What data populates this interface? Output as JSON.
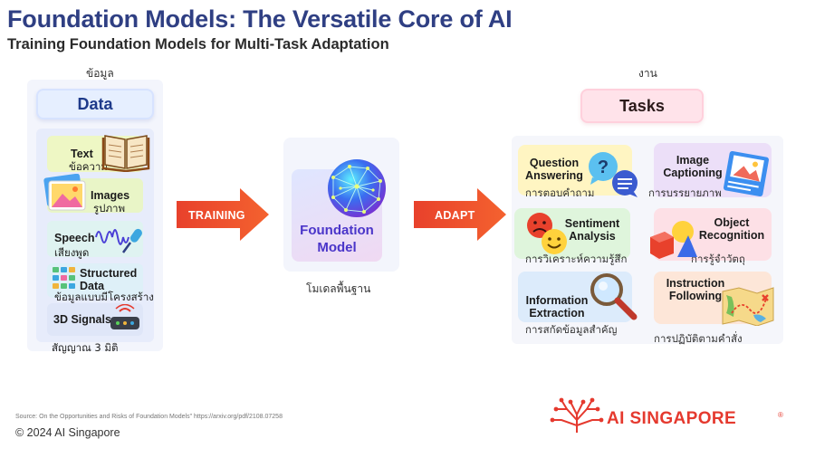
{
  "header": {
    "title": "Foundation Models: The Versatile Core of AI",
    "subtitle": "Training Foundation Models for Multi-Task Adaptation"
  },
  "data_section": {
    "caption": "ข้อมูล",
    "header": "Data",
    "items": [
      {
        "title": "Text",
        "thai": "ข้อความ",
        "icon": "book-icon"
      },
      {
        "title": "Images",
        "thai": "รูปภาพ",
        "icon": "photo-icon"
      },
      {
        "title": "Speech",
        "thai": "เสียงพูด",
        "icon": "waveform-microphone-icon"
      },
      {
        "title": "Structured Data",
        "title_line1": "Structured",
        "title_line2": "Data",
        "thai": "ข้อมูลแบบมีโครงสร้าง",
        "icon": "table-grid-icon"
      },
      {
        "title": "3D Signals",
        "thai": "สัญญาณ 3 มิติ",
        "icon": "sensor-device-icon"
      }
    ]
  },
  "training_arrow": {
    "label": "TRAINING",
    "color": "#e8412c"
  },
  "model": {
    "label_line1": "Foundation",
    "label_line2": "Model",
    "caption": "โมเดลพื้นฐาน",
    "icon": "neural-network-sphere-icon"
  },
  "adapt_arrow": {
    "label": "ADAPT",
    "color": "#e8412c"
  },
  "tasks_section": {
    "caption": "งาน",
    "header": "Tasks",
    "items": [
      {
        "title_line1": "Question",
        "title_line2": "Answering",
        "thai": "การตอบคำถาม",
        "icon": "question-chat-icon"
      },
      {
        "title_line1": "Image",
        "title_line2": "Captioning",
        "thai": "การบรรยายภาพ",
        "icon": "image-caption-icon"
      },
      {
        "title_line1": "Sentiment",
        "title_line2": "Analysis",
        "thai": "การวิเคราะห์ความรู้สึก",
        "icon": "emoji-faces-icon"
      },
      {
        "title_line1": "Object",
        "title_line2": "Recognition",
        "thai": "การรู้จำวัตถุ",
        "icon": "shapes-icon"
      },
      {
        "title_line1": "Information",
        "title_line2": "Extraction",
        "thai": "การสกัดข้อมูลสำคัญ",
        "icon": "magnifier-icon"
      },
      {
        "title_line1": "Instruction",
        "title_line2": "Following",
        "thai": "การปฏิบัติตามคำสั่ง",
        "icon": "treasure-map-icon"
      }
    ]
  },
  "footer": {
    "source": "Source: On the Opportunities and Risks of Foundation Models\" https://arxiv.org/pdf/2108.07258",
    "copyright": "© 2024 AI Singapore",
    "brand": "AI SINGAPORE",
    "brand_mark": "®",
    "brand_color": "#e5392e",
    "brand_logo": "circuit-tree-logo-icon"
  }
}
